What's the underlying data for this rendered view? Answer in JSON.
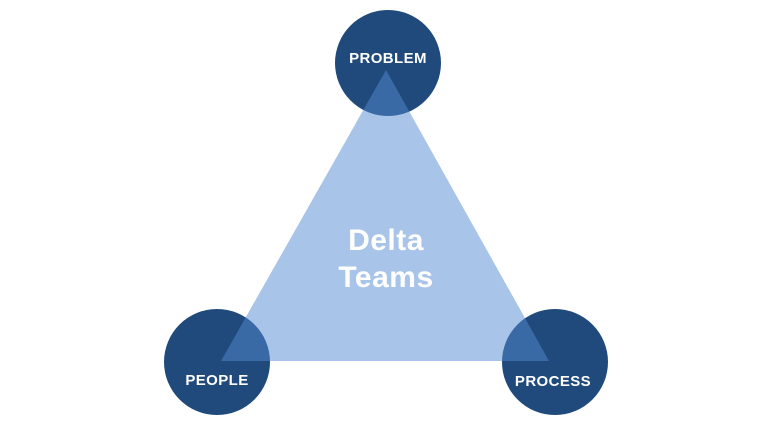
{
  "diagram": {
    "title": "Delta Teams",
    "center": {
      "line1": "Delta",
      "line2": "Teams"
    },
    "nodes": [
      {
        "id": "problem",
        "label": "PROBLEM"
      },
      {
        "id": "people",
        "label": "PEOPLE"
      },
      {
        "id": "process",
        "label": "PROCESS"
      }
    ],
    "colors": {
      "background": "#FFFFFF",
      "circle_fill": "#204A7B",
      "triangle_fill": "rgba(82,138,210,0.5)",
      "label_color": "#FFFFFF"
    }
  }
}
